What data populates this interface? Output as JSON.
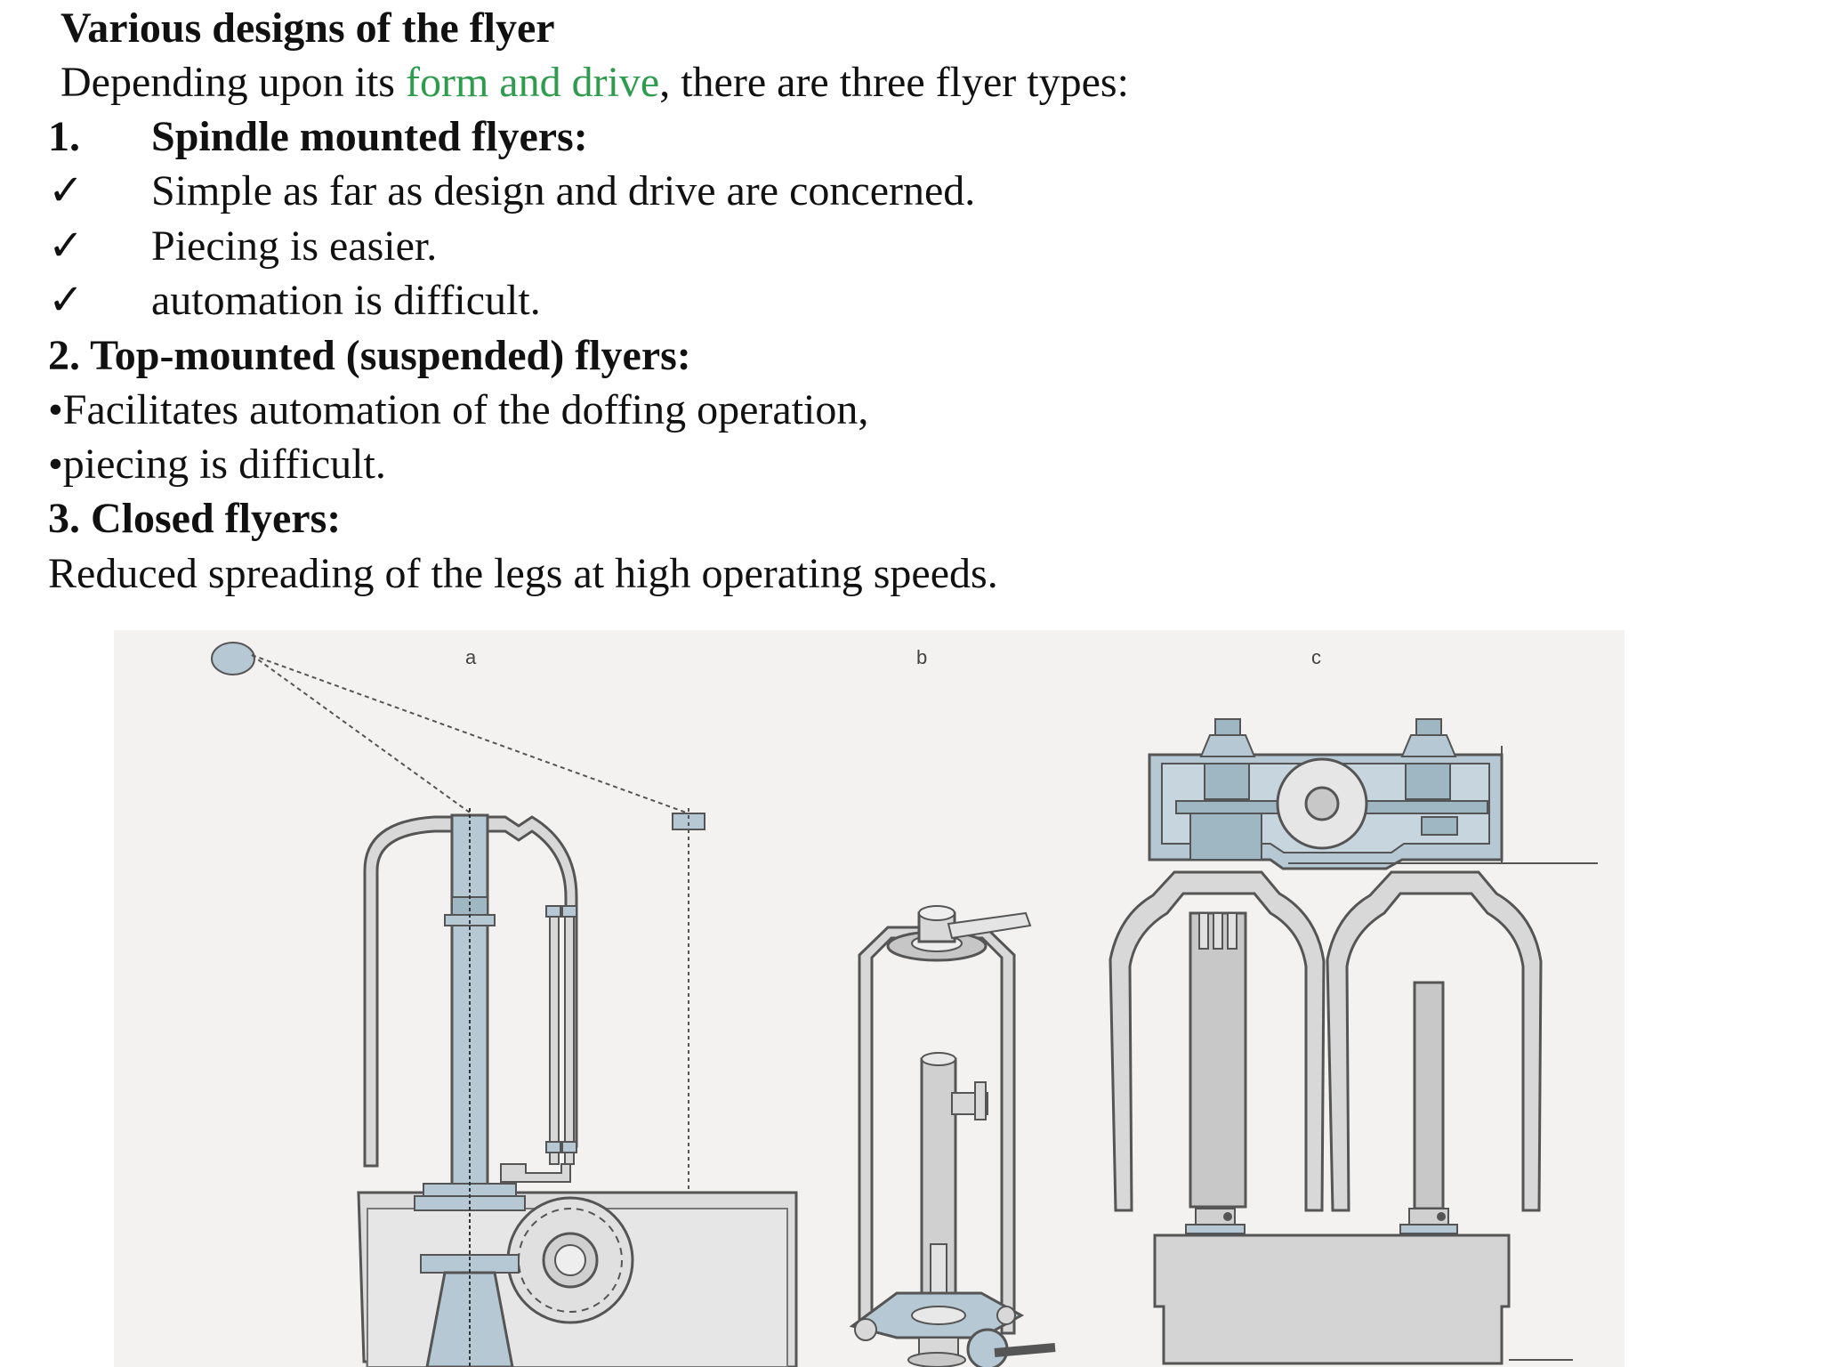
{
  "heading": "Various designs of the flyer",
  "intro": {
    "before": "Depending upon its ",
    "highlight": "form and drive",
    "after": ", there are three flyer types:"
  },
  "section1": {
    "number": "1.",
    "title": "Spindle mounted flyers:",
    "bullet_glyph": "✓",
    "points": [
      "Simple as far as design and drive are concerned.",
      "Piecing is easier.",
      "automation is difficult."
    ]
  },
  "section2": {
    "title": "2. Top-mounted (suspended) flyers:",
    "points": [
      "•Facilitates automation of the doffing operation,",
      "•piecing is difficult."
    ]
  },
  "section3": {
    "title": "3. Closed flyers:",
    "text": "Reduced spreading of the legs at high operating speeds."
  },
  "figure": {
    "labels": [
      "a",
      "b",
      "c"
    ]
  },
  "colors": {
    "highlight": "#2e9b4e",
    "figure_background": "#f4f2f0",
    "part_blue": "#b5c8d3",
    "part_grey": "#d9d9d9",
    "outline": "#555555"
  }
}
